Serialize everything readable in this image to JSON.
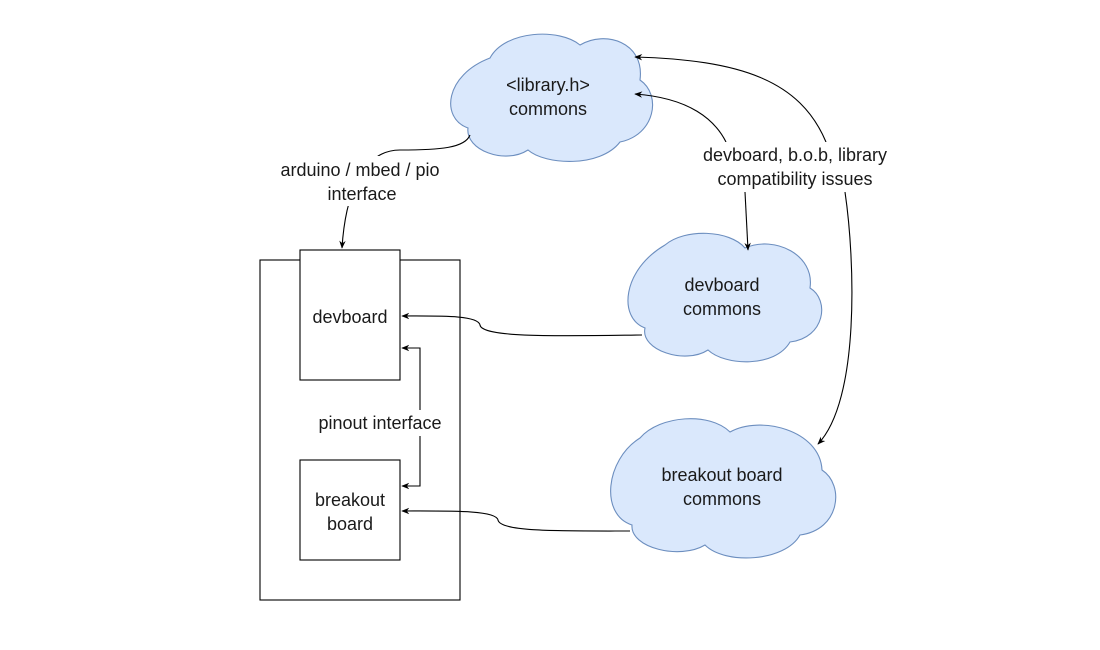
{
  "colors": {
    "cloud_fill": "#dae8fc",
    "cloud_stroke": "#6c8ebf",
    "line": "#000000",
    "text": "#1a1a1a",
    "background": "#ffffff"
  },
  "nodes": {
    "library_cloud": {
      "line1": "<library.h>",
      "line2": "commons"
    },
    "devboard_cloud": {
      "line1": "devboard",
      "line2": "commons"
    },
    "breakout_cloud": {
      "line1": "breakout board",
      "line2": "commons"
    },
    "devboard_box": {
      "label": "devboard"
    },
    "breakout_box": {
      "line1": "breakout",
      "line2": "board"
    }
  },
  "edges": {
    "arduino_interface": {
      "line1": "arduino / mbed / pio",
      "line2": "interface"
    },
    "compatibility_issues": {
      "line1": "devboard, b.o.b, library",
      "line2": "compatibility issues"
    },
    "pinout_interface": {
      "label": "pinout interface"
    }
  }
}
